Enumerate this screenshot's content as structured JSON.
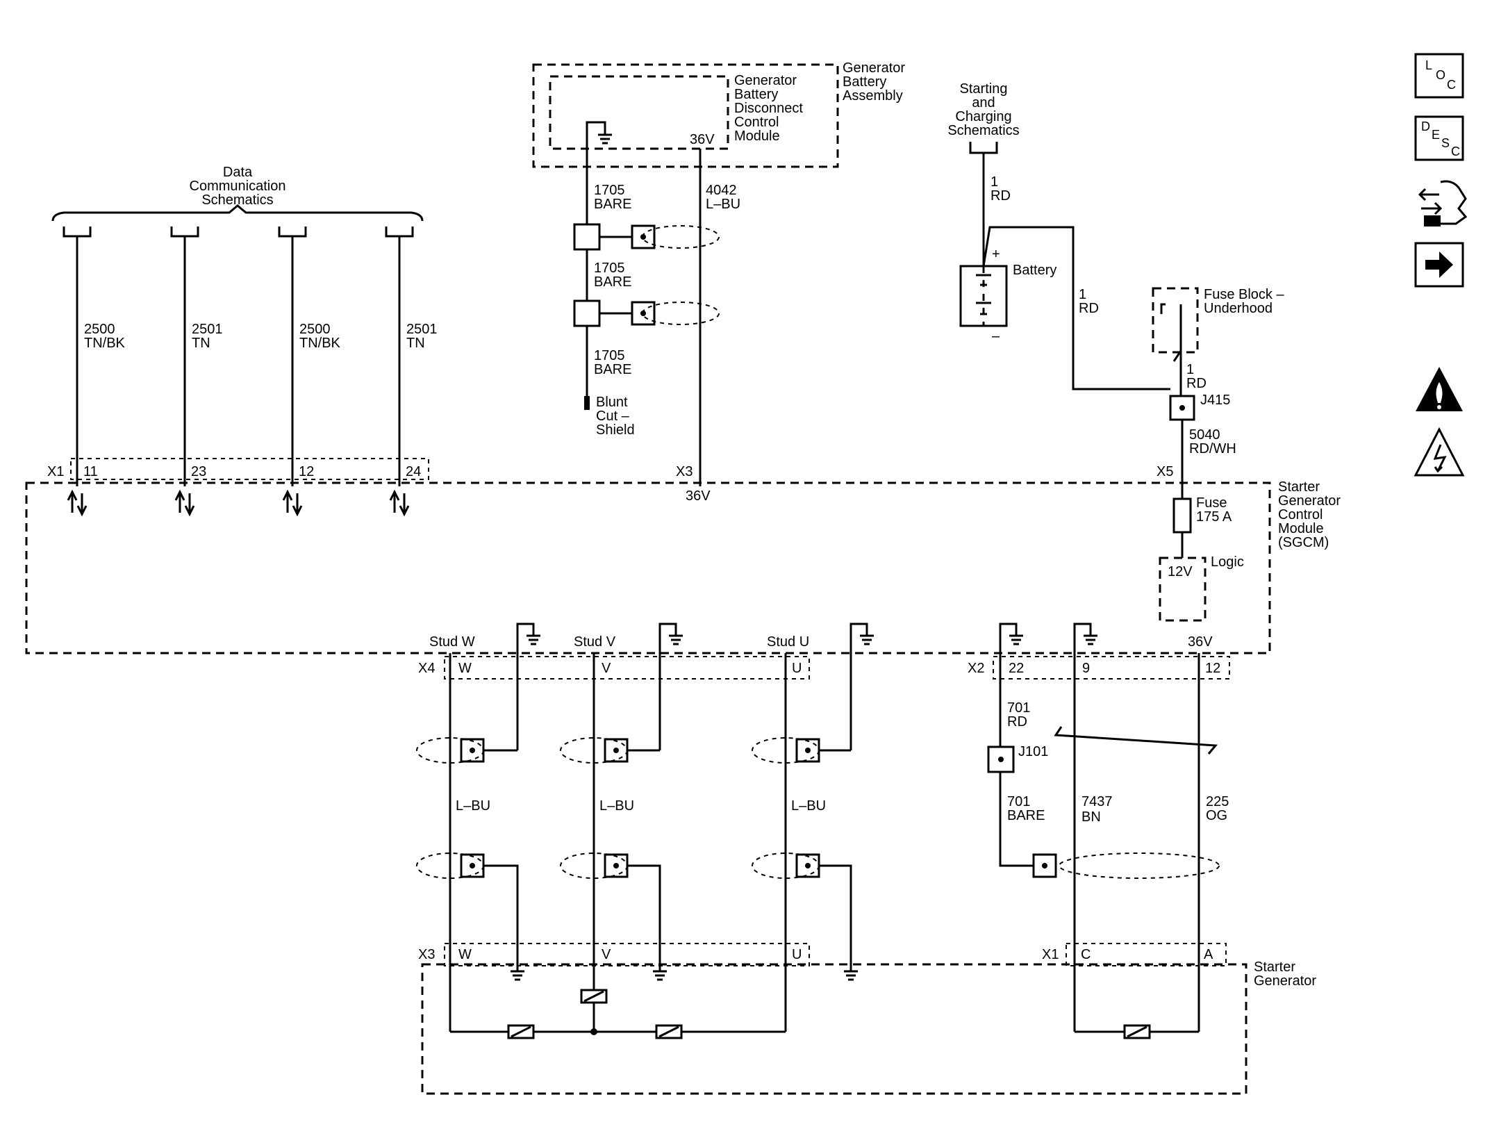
{
  "data_comm": {
    "title_lines": [
      "Data",
      "Communication",
      "Schematics"
    ],
    "wires": [
      {
        "circuit": "2500",
        "color": "TN/BK",
        "pin": "11"
      },
      {
        "circuit": "2501",
        "color": "TN",
        "pin": "23"
      },
      {
        "circuit": "2500",
        "color": "TN/BK",
        "pin": "12"
      },
      {
        "circuit": "2501",
        "color": "TN",
        "pin": "24"
      }
    ],
    "connector": "X1"
  },
  "gen_battery": {
    "assembly_lines": [
      "Generator",
      "Battery",
      "Assembly"
    ],
    "module_lines": [
      "Generator",
      "Battery",
      "Disconnect",
      "Control",
      "Module"
    ],
    "voltage": "36V",
    "shield": {
      "circuit": "1705",
      "color": "BARE"
    },
    "wire": {
      "circuit": "4042",
      "color": "L–BU"
    },
    "blunt_lines": [
      "Blunt",
      "Cut –",
      "Shield"
    ]
  },
  "sgcm": {
    "name_lines": [
      "Starter",
      "Generator",
      "Control",
      "Module",
      "(SGCM)"
    ],
    "x3_label": "X3",
    "x3_voltage": "36V",
    "x5_label": "X5",
    "logic_label": "Logic",
    "logic_voltage": "12V",
    "x4_label": "X4",
    "x2_label": "X2",
    "x2_voltage": "36V",
    "x2_pins": [
      "22",
      "9",
      "12"
    ]
  },
  "charging": {
    "schem_lines": [
      "Starting",
      "and",
      "Charging",
      "Schematics"
    ],
    "wire1": {
      "circuit": "1",
      "color": "RD"
    },
    "battery_label": "Battery",
    "battery_plus": "+",
    "battery_minus": "–",
    "wire2": {
      "circuit": "1",
      "color": "RD"
    },
    "fuse_block_lines": [
      "Fuse Block –",
      "Underhood"
    ],
    "wire3": {
      "circuit": "1",
      "color": "RD"
    },
    "splice": "J415",
    "wire4": {
      "circuit": "5040",
      "color": "RD/WH"
    },
    "fuse_lines": [
      "Fuse",
      "175 A"
    ]
  },
  "studs": {
    "items": [
      {
        "stud_label": "Stud W",
        "pin": "W",
        "wire_color": "L–BU",
        "x3_pin": "W"
      },
      {
        "stud_label": "Stud V",
        "pin": "V",
        "wire_color": "L–BU",
        "x3_pin": "V"
      },
      {
        "stud_label": "Stud U",
        "pin": "U",
        "wire_color": "L–BU",
        "x3_pin": "U"
      }
    ],
    "x3_label": "X3"
  },
  "x2_wires": {
    "w701": {
      "circuit": "701",
      "color": "RD"
    },
    "splice": "J101",
    "w701b": {
      "circuit": "701",
      "color": "BARE"
    },
    "w7437": {
      "circuit": "7437",
      "color": "BN"
    },
    "w225": {
      "circuit": "225",
      "color": "OG"
    }
  },
  "starter_gen": {
    "name_lines": [
      "Starter",
      "Generator"
    ],
    "x1_label": "X1",
    "pins": [
      "C",
      "A"
    ]
  },
  "icons": {
    "loc": [
      "L",
      "O",
      "C"
    ],
    "desc": [
      "D",
      "E",
      "S",
      "C"
    ]
  }
}
